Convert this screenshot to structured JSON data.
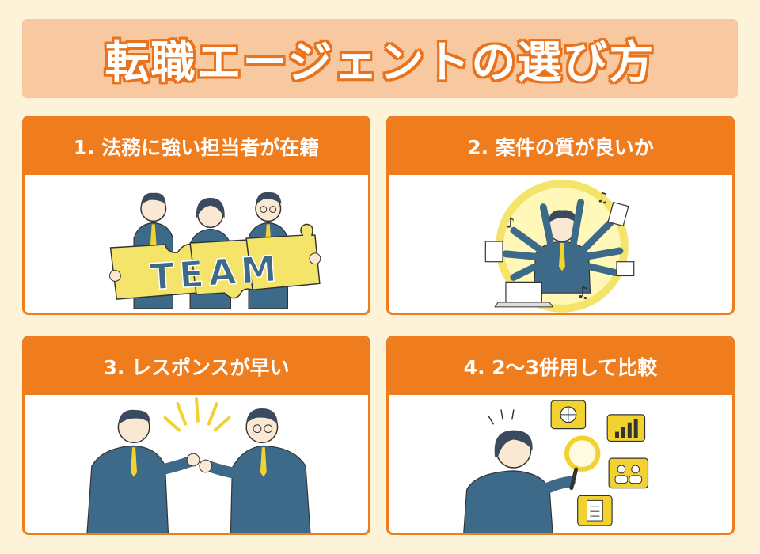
{
  "title": "転職エージェントの選び方",
  "colors": {
    "accent": "#ef7c1d",
    "banner": "#f8c9a0",
    "background": "#fdf3d8",
    "suit": "#3e6a8a",
    "tie": "#f2d230",
    "puzzle": "#f4e46a"
  },
  "cards": [
    {
      "title": "1. 法務に強い担当者が在籍",
      "illustration": "team-puzzle",
      "puzzle_text": "TEAM"
    },
    {
      "title": "2. 案件の質が良いか",
      "illustration": "multitasking-worker"
    },
    {
      "title": "3. レスポンスが早い",
      "illustration": "quick-response"
    },
    {
      "title": "4. 2〜3併用して比較",
      "illustration": "comparing-research"
    }
  ]
}
